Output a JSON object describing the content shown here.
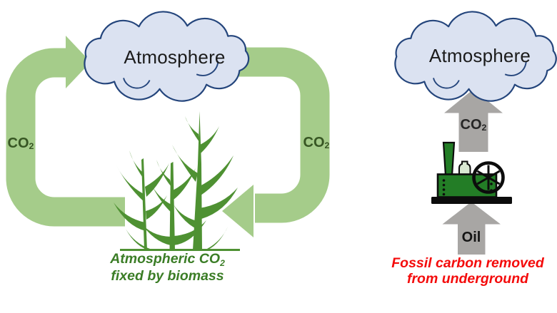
{
  "diagram": {
    "left_cycle": {
      "atmosphere_label": "Atmosphere",
      "co2_up_label": {
        "main": "CO",
        "sub": "2"
      },
      "co2_down_label": {
        "main": "CO",
        "sub": "2"
      },
      "caption": {
        "line1_main": "Atmospheric CO",
        "line1_sub": "2",
        "line2": "fixed by biomass"
      }
    },
    "right_cycle": {
      "atmosphere_label": "Atmosphere",
      "co2_label": {
        "main": "CO",
        "sub": "2"
      },
      "oil_label": "Oil",
      "caption": {
        "line1": "Fossil carbon removed",
        "line2": "from underground"
      }
    },
    "colors": {
      "loop_green": "#a5cc8a",
      "plant_green": "#4e9132",
      "caption_green": "#3b7d26",
      "co2_text_green": "#375623",
      "cloud_fill": "#dbe2f1",
      "cloud_stroke": "#24457c",
      "arrow_gray": "#a8a6a4",
      "engine_green": "#237d26",
      "engine_dome_fill": "#d9e8d2",
      "caption_red": "#f40b0b"
    }
  }
}
